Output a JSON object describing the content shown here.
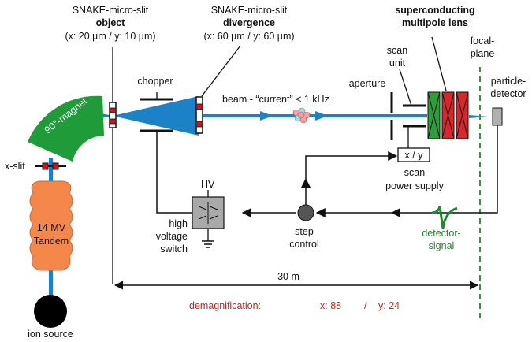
{
  "labels": {
    "object_slit_title": "SNAKE-micro-slit",
    "object_slit_bold": "object",
    "object_slit_dims": "(x: 20 µm / y: 10 µm)",
    "divergence_slit_title": "SNAKE-micro-slit",
    "divergence_slit_bold": "divergence",
    "divergence_slit_dims": "(x: 60 µm / y: 60 µm)",
    "lens_line1": "superconducting",
    "lens_line2": "multipole lens",
    "focal_line1": "focal-",
    "focal_line2": "plane",
    "scan_unit_line1": "scan",
    "scan_unit_line2": "unit",
    "particle_detector_line1": "particle-",
    "particle_detector_line2": "detector",
    "chopper": "chopper",
    "aperture": "aperture",
    "magnet": "90°-magnet",
    "beam_current": "beam - “current”  < 1 kHz",
    "xy_box": "x / y",
    "scan_ps_line1": "scan",
    "scan_ps_line2": "power supply",
    "x_slit": "x-slit",
    "hv": "HV",
    "hv_switch_line1": "high",
    "hv_switch_line2": "voltage",
    "hv_switch_line3": "switch",
    "tandem_line1": "14 MV",
    "tandem_line2": "Tandem",
    "step_control_line1": "step",
    "step_control_line2": "control",
    "detector_signal_line1": "detector-",
    "detector_signal_line2": "signal",
    "distance": "30 m",
    "ion_source": "ion source"
  },
  "demagnification": {
    "label": "demagnification:",
    "x": "x: 88",
    "separator": "/",
    "y": "y: 24"
  },
  "colors": {
    "beam": "#1b82c8",
    "magnet": "#1f9b3a",
    "tandem": "#f5874a",
    "lens_green": "#2e9e3a",
    "lens_red": "#d8262b",
    "slit_red": "#c8161d",
    "focal_plane": "#2aa02a",
    "demag_text": "#d0201a",
    "detector_signal": "#1b8a2a"
  }
}
